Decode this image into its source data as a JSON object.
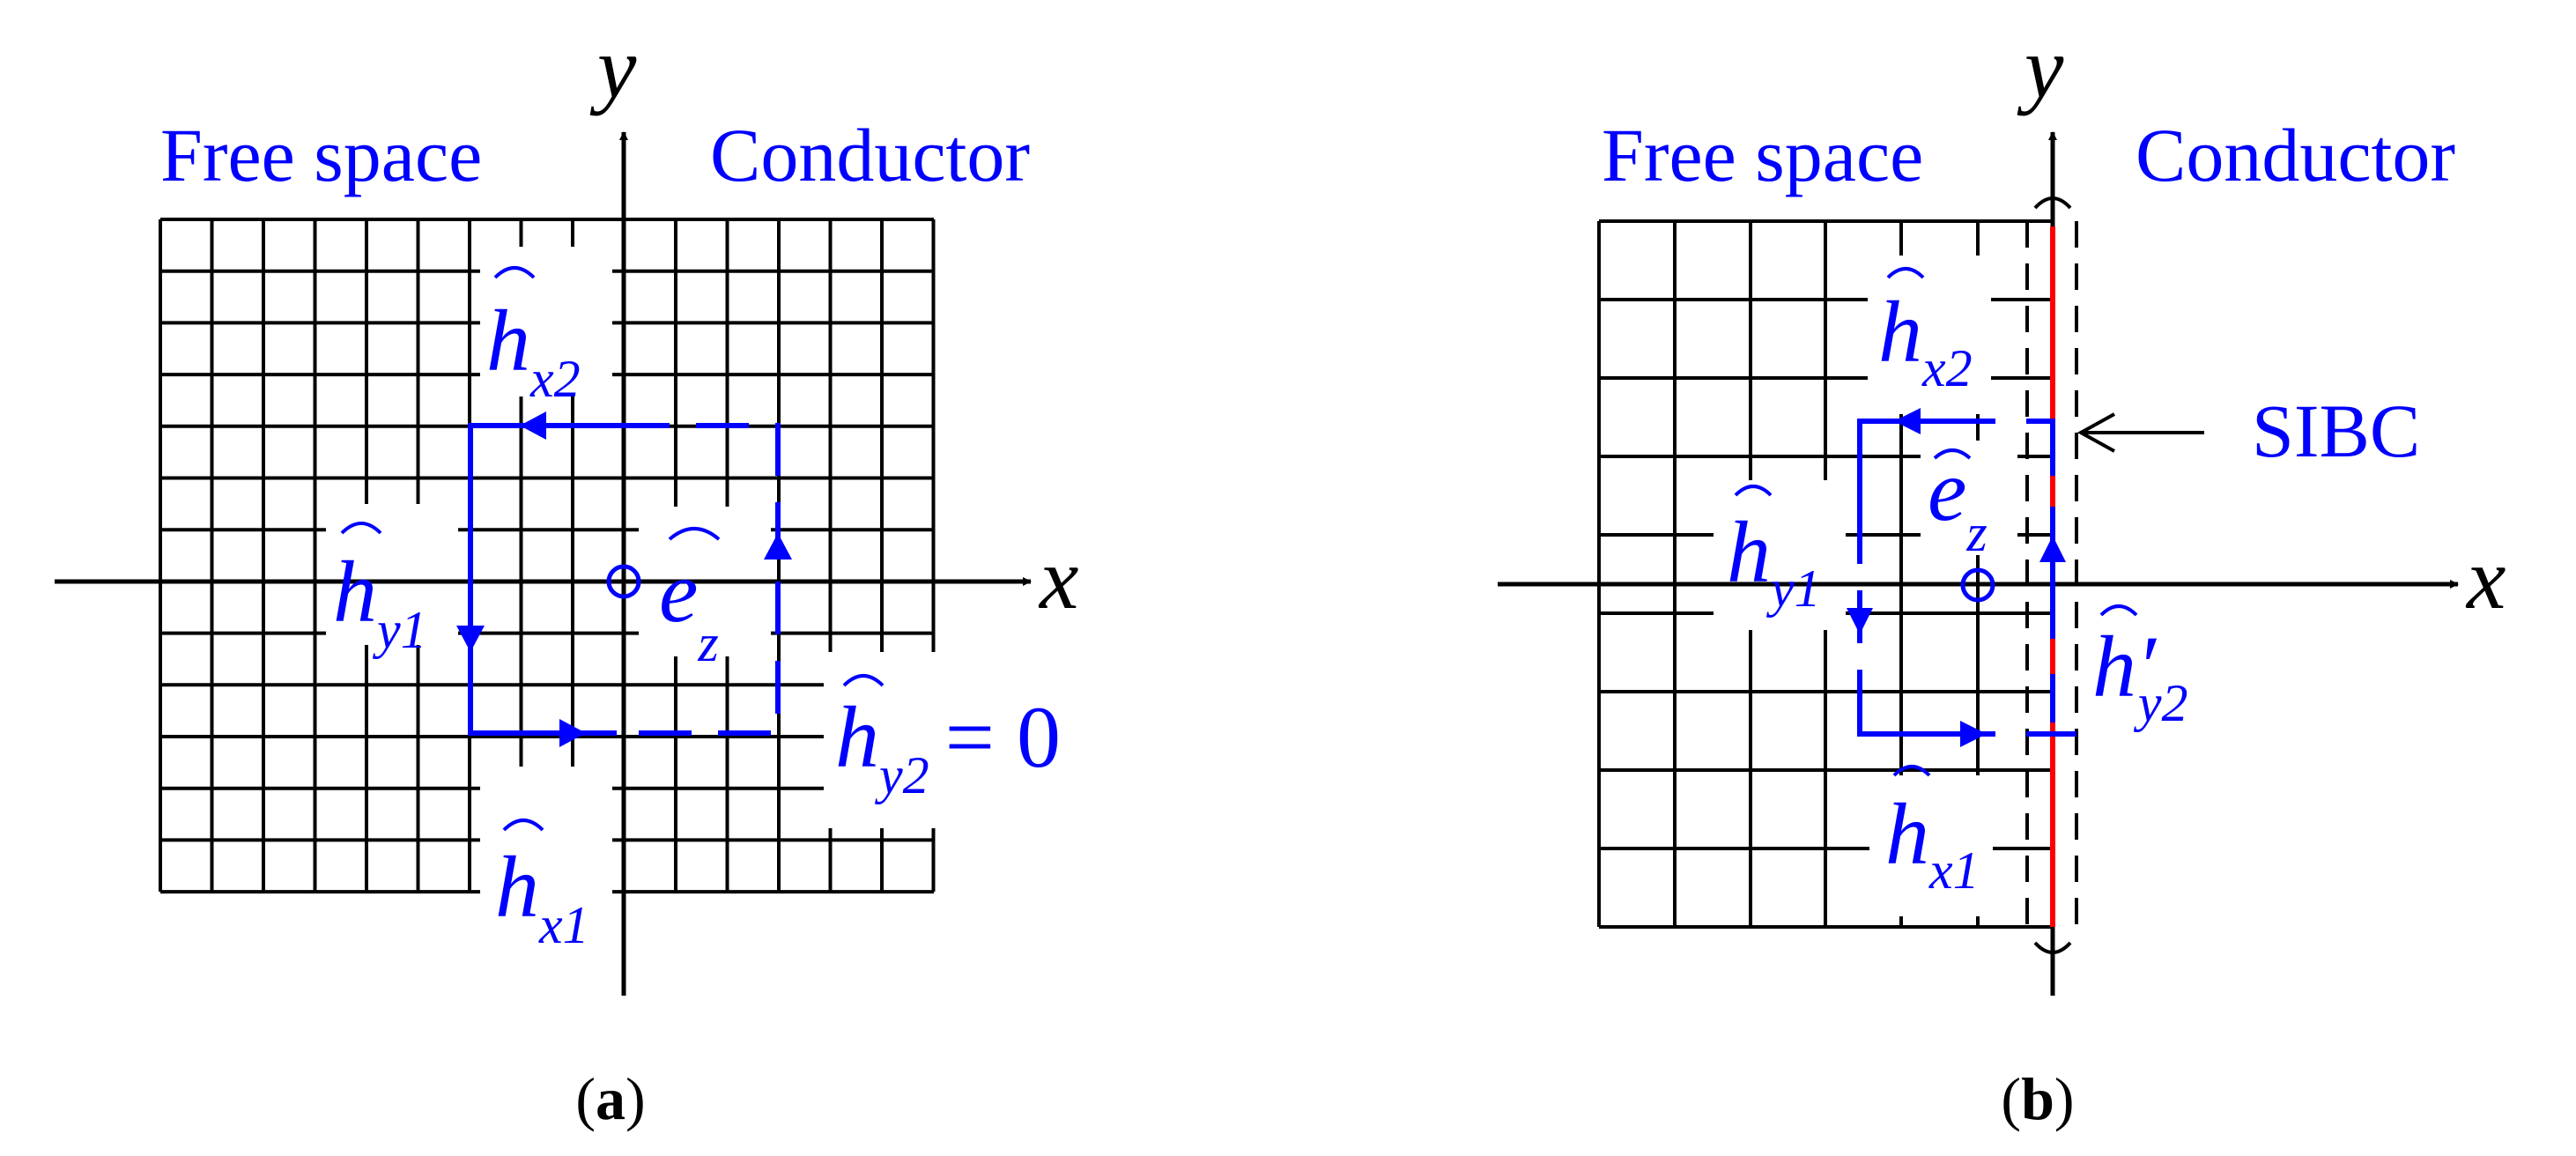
{
  "colors": {
    "annotation": "#0000ff",
    "grid": "#000000",
    "sibc_line": "#ff0000"
  },
  "panel_a": {
    "caption_open": "(",
    "caption_letter": "a",
    "caption_close": ")",
    "region_left": "Free space",
    "region_right": "Conductor",
    "axis_x": "x",
    "axis_y": "y",
    "h_x2": {
      "base": "h",
      "sub": "x2"
    },
    "h_y1": {
      "base": "h",
      "sub": "y1"
    },
    "e_z": {
      "base": "e",
      "sub": "z"
    },
    "h_y2": {
      "base": "h",
      "sub": "y2",
      "eq": "= 0"
    },
    "h_x1": {
      "base": "h",
      "sub": "x1"
    }
  },
  "panel_b": {
    "caption_open": "(",
    "caption_letter": "b",
    "caption_close": ")",
    "region_left": "Free space",
    "region_right": "Conductor",
    "axis_x": "x",
    "axis_y": "y",
    "sibc_label": "SIBC",
    "h_x2": {
      "base": "h",
      "sub": "x2"
    },
    "h_y1": {
      "base": "h",
      "sub": "y1"
    },
    "e_z": {
      "base": "e",
      "sub": "z"
    },
    "h_y2_prime": {
      "base": "h",
      "prime": "′",
      "sub": "y2"
    },
    "h_x1": {
      "base": "h",
      "sub": "x1"
    }
  }
}
